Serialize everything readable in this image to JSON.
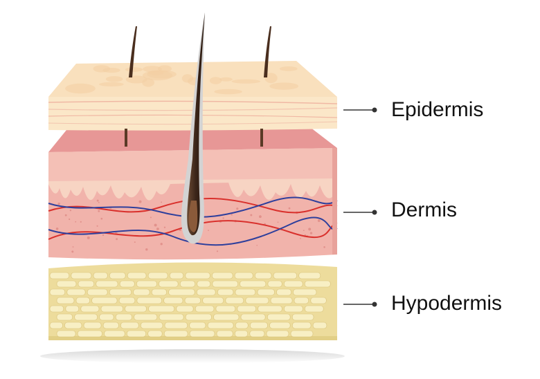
{
  "layers": [
    {
      "id": "epidermis",
      "label": "Epidermis"
    },
    {
      "id": "dermis",
      "label": "Dermis"
    },
    {
      "id": "hypodermis",
      "label": "Hypodermis"
    }
  ],
  "colors": {
    "epidermis_top": "#f9e0bd",
    "epidermis_front": "#fbe7c8",
    "dermis_top": "#e79796",
    "dermis_front": "#f1b3ab",
    "hypodermis_fill": "#eddc9c",
    "fat_cell": "#f8efc4",
    "hair": "#4a2e1e",
    "artery": "#d9302c",
    "vein": "#2e3f9c",
    "leader_line": "#333333"
  }
}
